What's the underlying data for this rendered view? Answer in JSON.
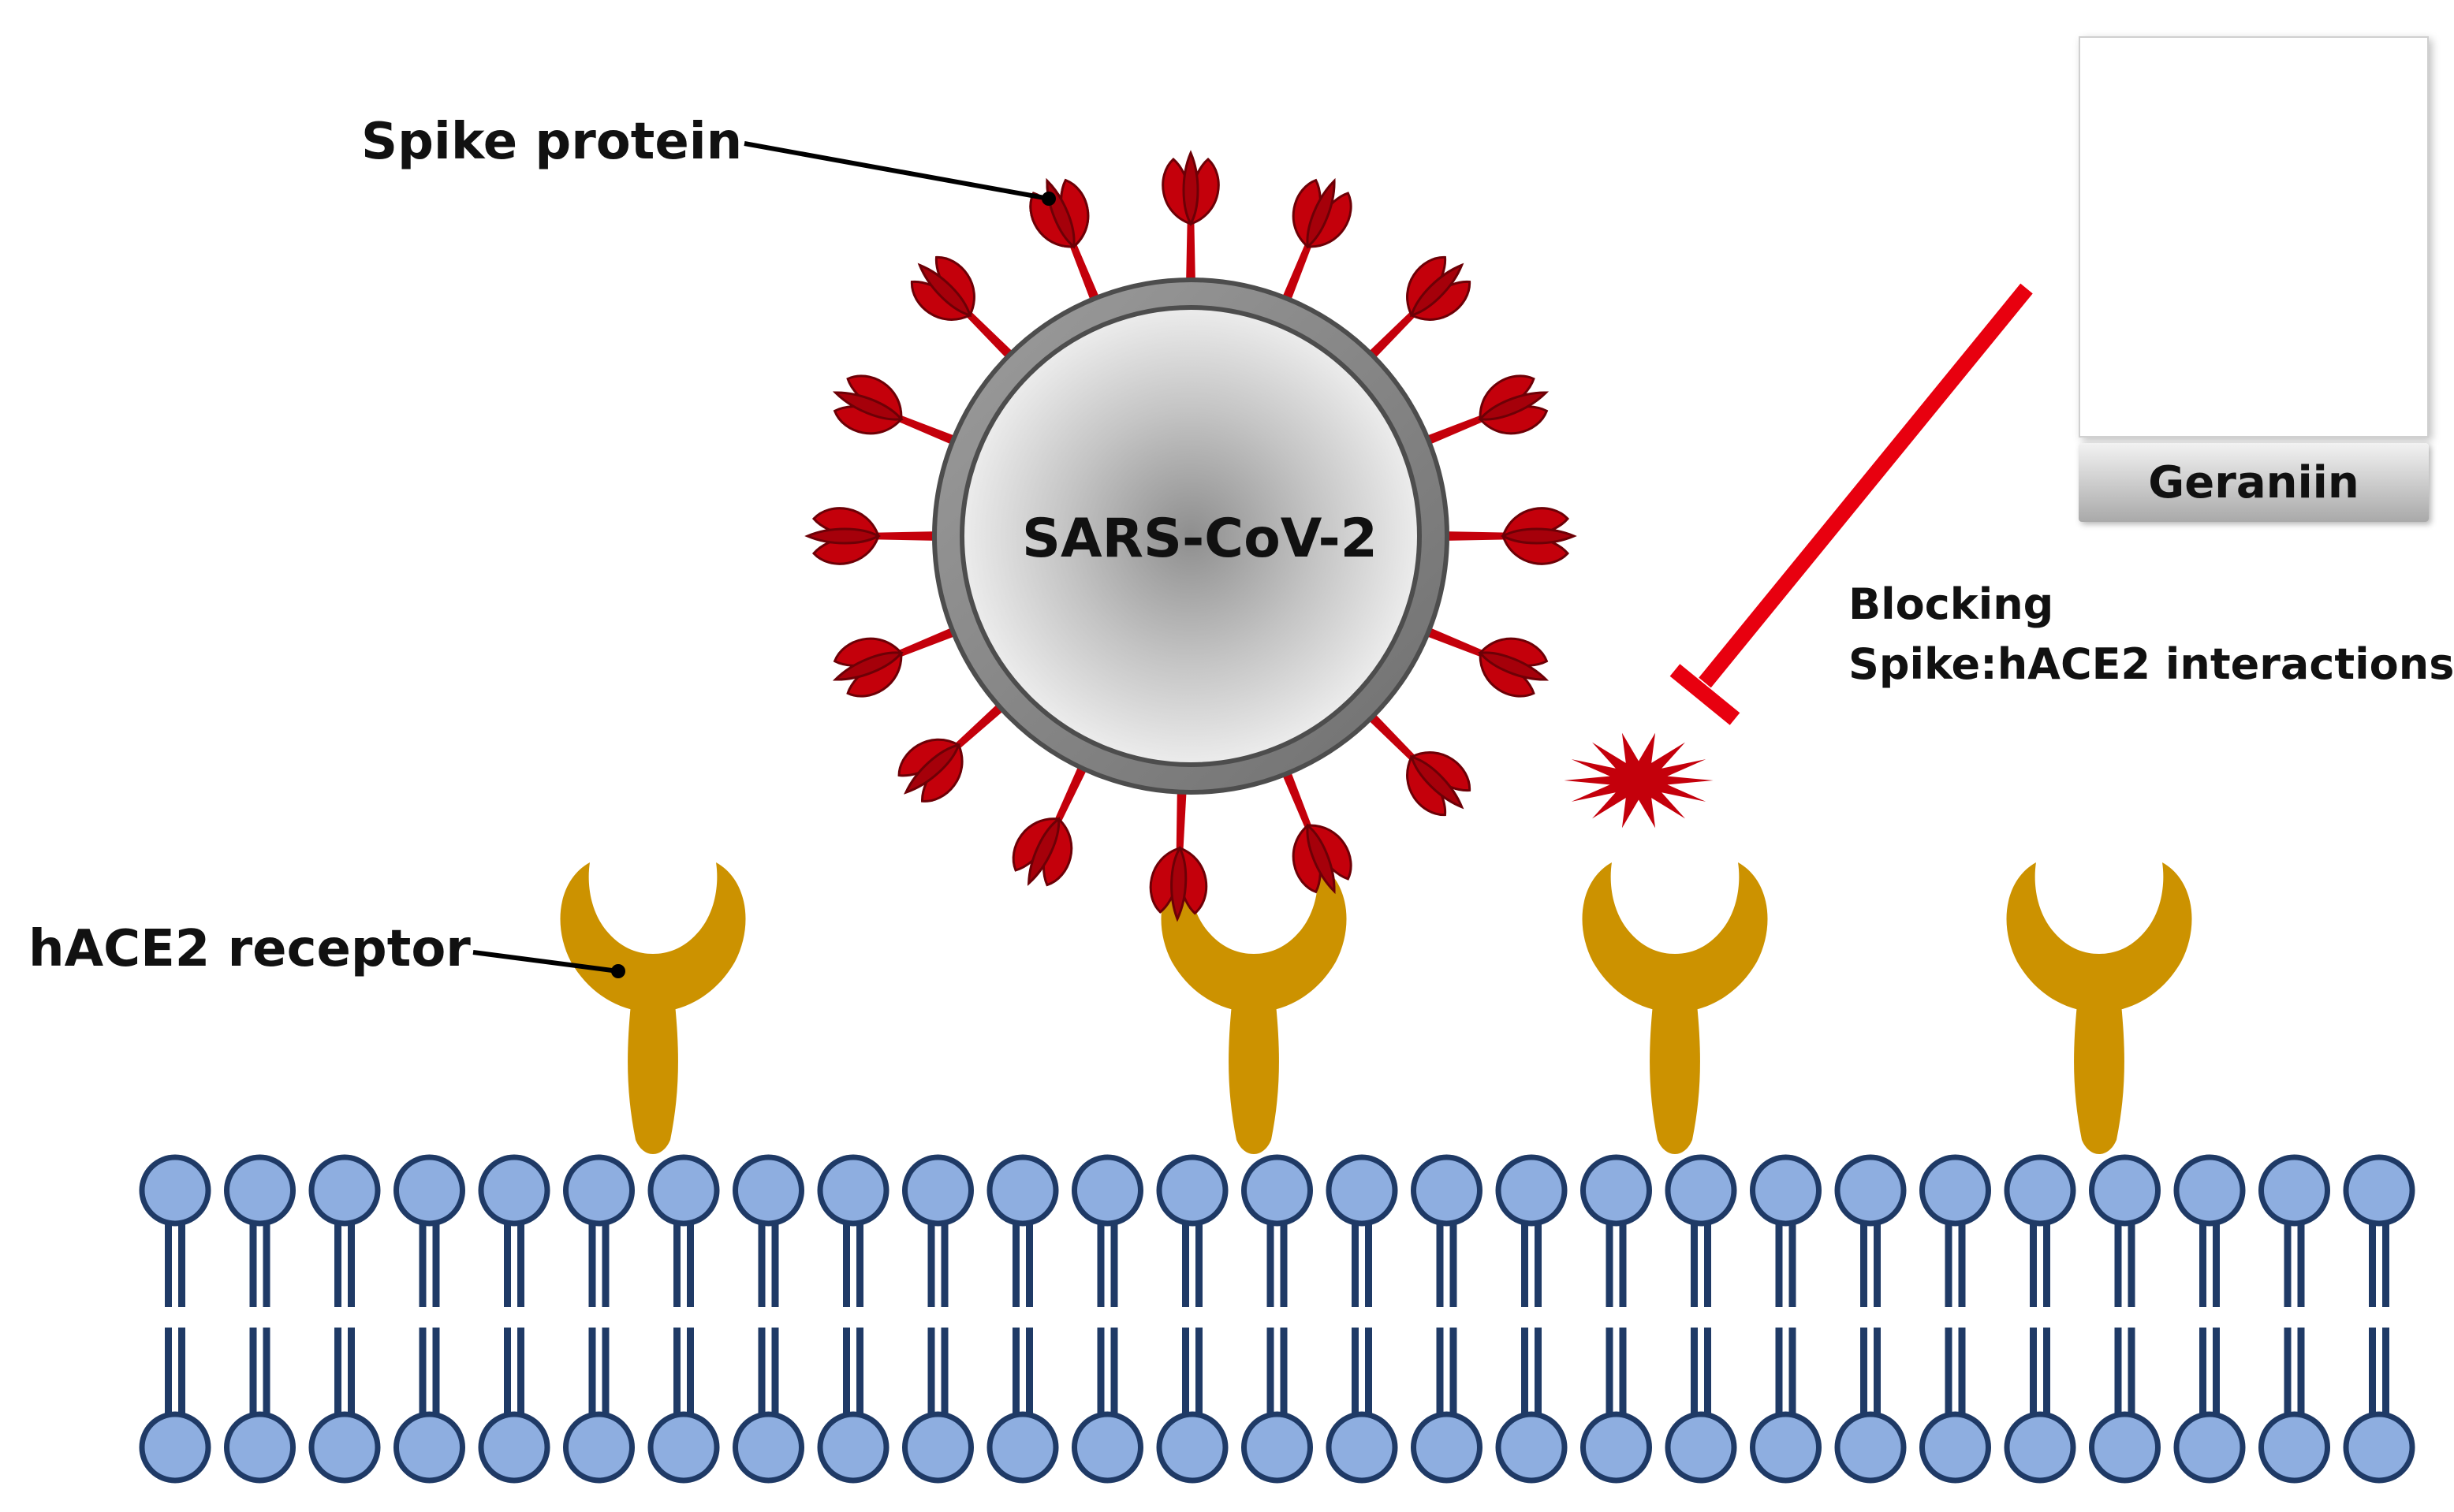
{
  "labels": {
    "spike_protein": "Spike protein",
    "virus": "SARS-CoV-2",
    "receptor": "hACE2 receptor",
    "blocking_line1": "Blocking",
    "blocking_line2": "Spike:hACE2 interactions",
    "compound": "Geraniin"
  },
  "colors": {
    "spike": "#c4000b",
    "virus_shell": "#8a8a8a",
    "receptor": "#cc9200",
    "lipid_head": "#8eaee0",
    "lipid_outline": "#1f3a66",
    "inhibitor": "#e8000f",
    "molecule_carbon": "#e2c7a3",
    "molecule_oxygen": "#e5131f"
  },
  "icons": {
    "inhibition": "t-bar-inhibition-icon",
    "burst": "burst-icon",
    "molecule": "molecule-structure-icon"
  }
}
